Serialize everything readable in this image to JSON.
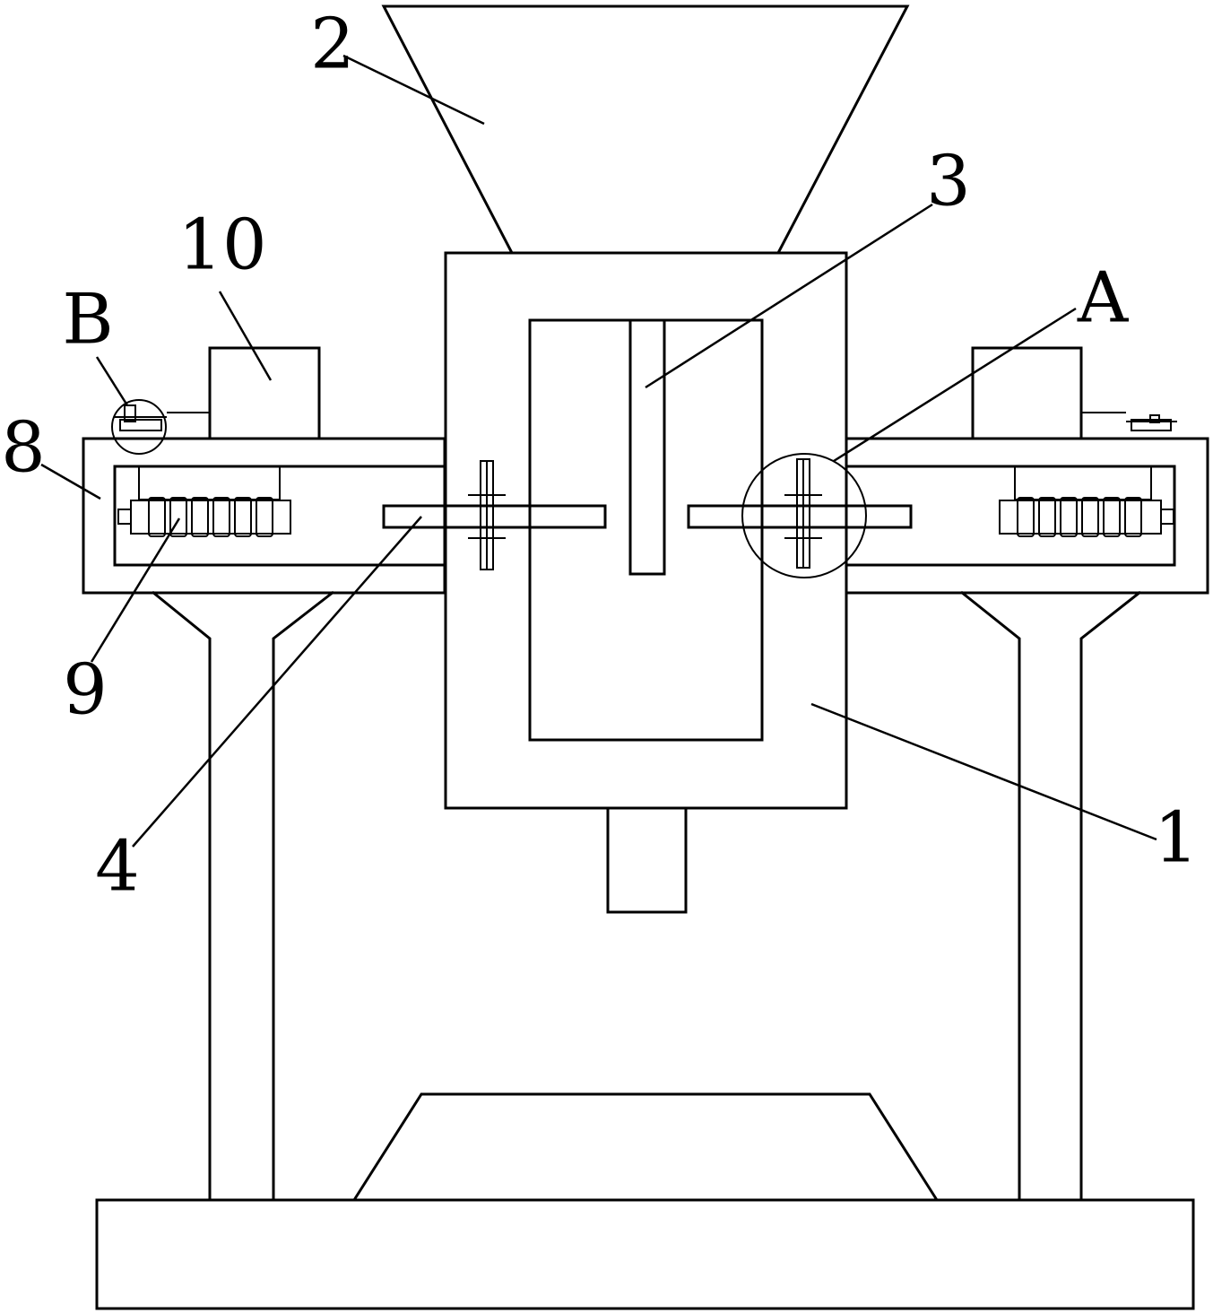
{
  "diagram": {
    "labels": {
      "body": "1",
      "hopper": "2",
      "blade_3": "3",
      "shaft_4": "4",
      "frame_8": "8",
      "spring_9": "9",
      "motor_10": "10",
      "detail_a": "A",
      "detail_b": "B"
    },
    "colors": {
      "stroke": "#000000",
      "background": "#ffffff"
    }
  }
}
